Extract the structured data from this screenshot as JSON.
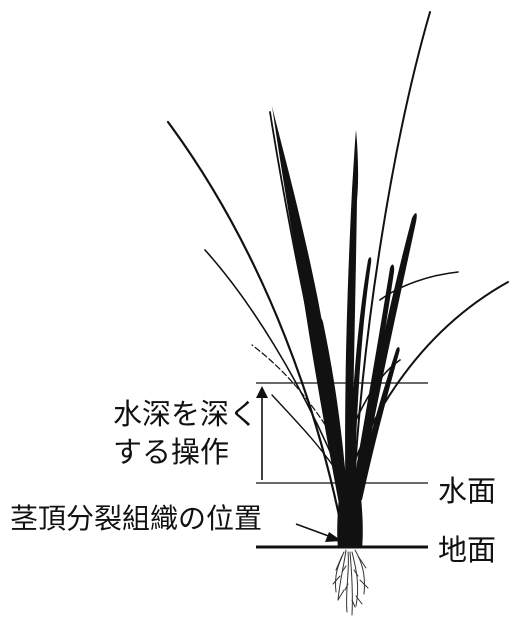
{
  "labels": {
    "depth_operation_line1": "水深を深く",
    "depth_operation_line2": "する操作",
    "water_surface": "水面",
    "meristem_position": "茎頂分裂組織の位置",
    "ground_surface": "地面"
  },
  "colors": {
    "ink": "#111111",
    "background": "#ffffff"
  }
}
